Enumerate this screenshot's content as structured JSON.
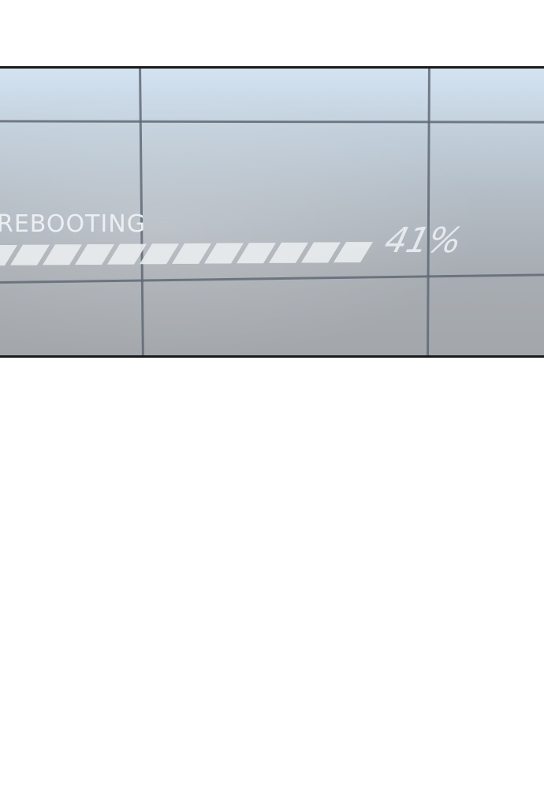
{
  "status": {
    "label": "REBOOTING",
    "progress_text": "41%",
    "progress": 0.41
  },
  "colors": {
    "panel_top": "#d3e3f2",
    "panel_bottom": "#a3a7ab",
    "grid_line": "#5f6a74",
    "frame_border": "#1a1a1a",
    "bar_segment": "#e8ebee",
    "text": "#eceff2"
  }
}
